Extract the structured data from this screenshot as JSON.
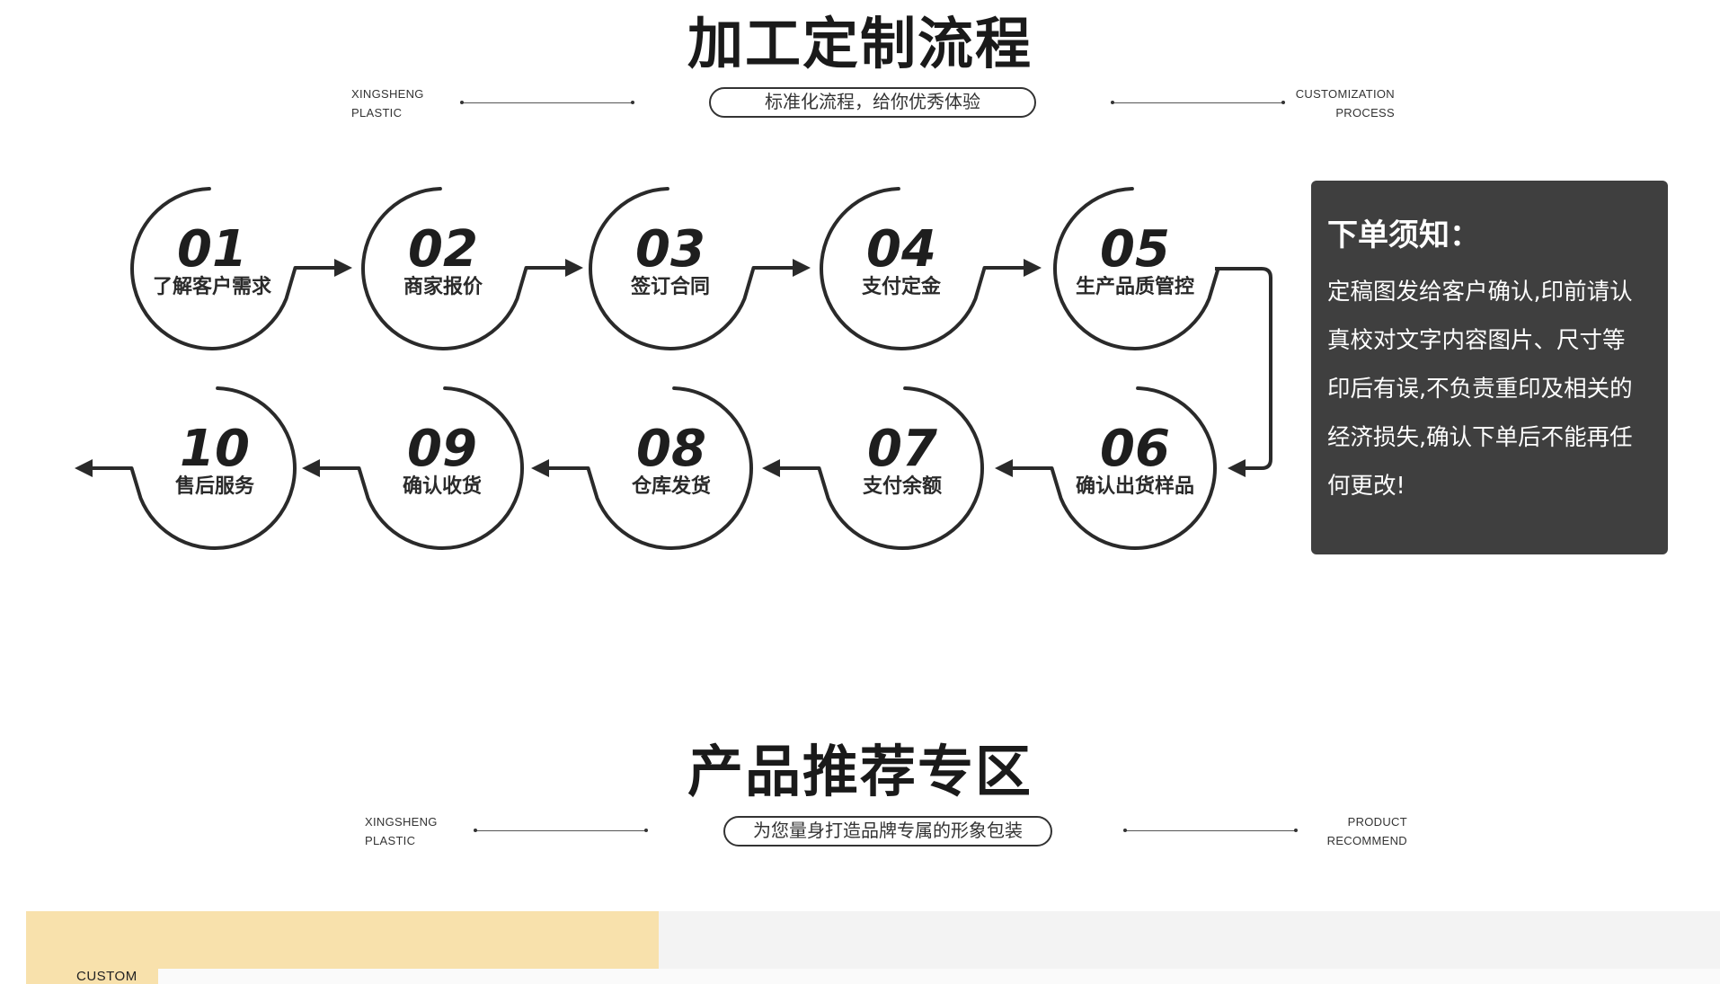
{
  "process": {
    "title": "加工定制流程",
    "subtitle": "标准化流程，给你优秀体验",
    "tag_left": [
      "XINGSHENG",
      "PLASTIC"
    ],
    "tag_right": [
      "CUSTOMIZATION",
      "PROCESS"
    ],
    "steps": [
      {
        "num": "01",
        "label": "了解客户需求"
      },
      {
        "num": "02",
        "label": "商家报价"
      },
      {
        "num": "03",
        "label": "签订合同"
      },
      {
        "num": "04",
        "label": "支付定金"
      },
      {
        "num": "05",
        "label": "生产品质管控"
      },
      {
        "num": "06",
        "label": "确认出货样品"
      },
      {
        "num": "07",
        "label": "支付余额"
      },
      {
        "num": "08",
        "label": "仓库发货"
      },
      {
        "num": "09",
        "label": "确认收货"
      },
      {
        "num": "10",
        "label": "售后服务"
      }
    ]
  },
  "notice": {
    "title": "下单须知：",
    "lines": [
      "定稿图发给客户确认,印前请认",
      "真校对文字内容图片、尺寸等",
      "印后有误,不负责重印及相关的",
      "经济损失,确认下单后不能再任",
      "何更改!"
    ]
  },
  "recommend": {
    "title": "产品推荐专区",
    "subtitle": "为您量身打造品牌专属的形象包装",
    "tag_left": [
      "XINGSHENG",
      "PLASTIC"
    ],
    "tag_right": [
      "PRODUCT",
      "RECOMMEND"
    ]
  },
  "banner": {
    "label": "CUSTOM"
  },
  "colors": {
    "ink": "#2a2a2a",
    "notice_bg": "#3f3f3f",
    "banner_yellow": "#f8e1ac",
    "banner_grey": "#f3f3f3"
  }
}
